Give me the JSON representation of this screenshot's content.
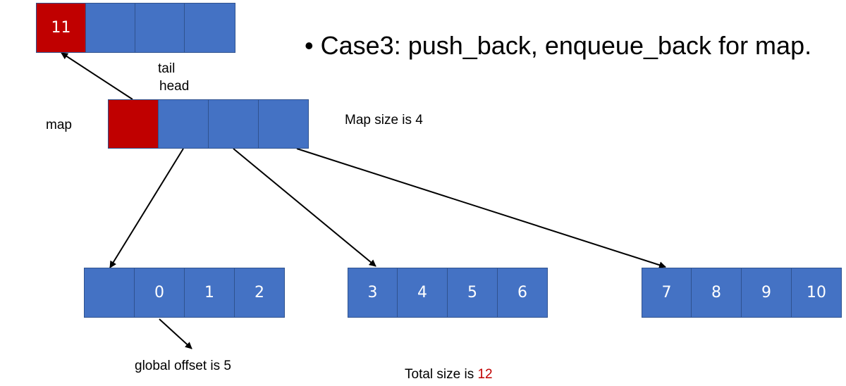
{
  "title": {
    "bullet": "•",
    "text": "Case3: push_back, enqueue_back for map."
  },
  "labels": {
    "tail": "tail",
    "head": "head",
    "map": "map",
    "map_size": "Map size is 4",
    "global_offset": "global offset is 5",
    "total_prefix": "Total size is ",
    "total_value": "12"
  },
  "top_block": [
    "11",
    "",
    "",
    ""
  ],
  "map_cells": [
    "",
    "",
    "",
    ""
  ],
  "block1": [
    "",
    "0",
    "1",
    "2"
  ],
  "block2": [
    "3",
    "4",
    "5",
    "6"
  ],
  "block3": [
    "7",
    "8",
    "9",
    "10"
  ],
  "colors": {
    "blue": "#4472c4",
    "red": "#c00000",
    "accent_text": "#c00000"
  }
}
